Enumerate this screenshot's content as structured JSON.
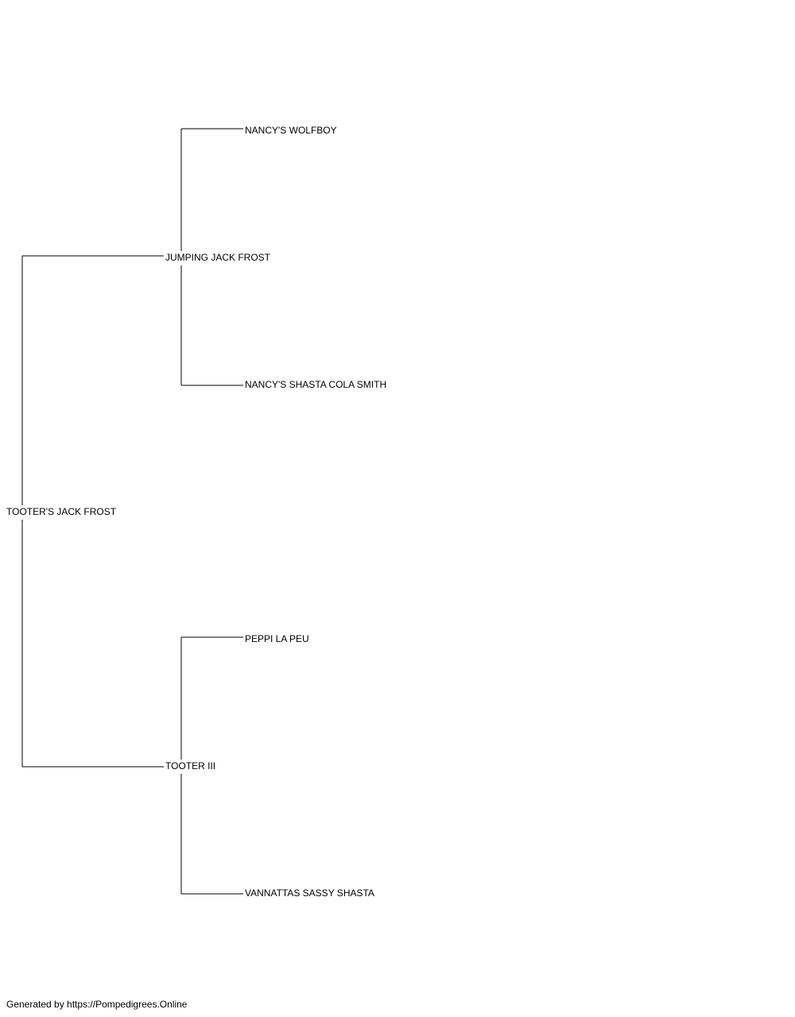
{
  "pedigree": {
    "subject": "TOOTER'S JACK FROST",
    "sire": {
      "name": "JUMPING JACK FROST",
      "sire": "NANCY'S WOLFBOY",
      "dam": "NANCY'S SHASTA COLA SMITH"
    },
    "dam": {
      "name": "TOOTER III",
      "sire": "PEPPI LA PEU",
      "dam": "VANNATTAS SASSY SHASTA"
    }
  },
  "footer": {
    "text": "Generated by https://Pompedigrees.Online"
  }
}
